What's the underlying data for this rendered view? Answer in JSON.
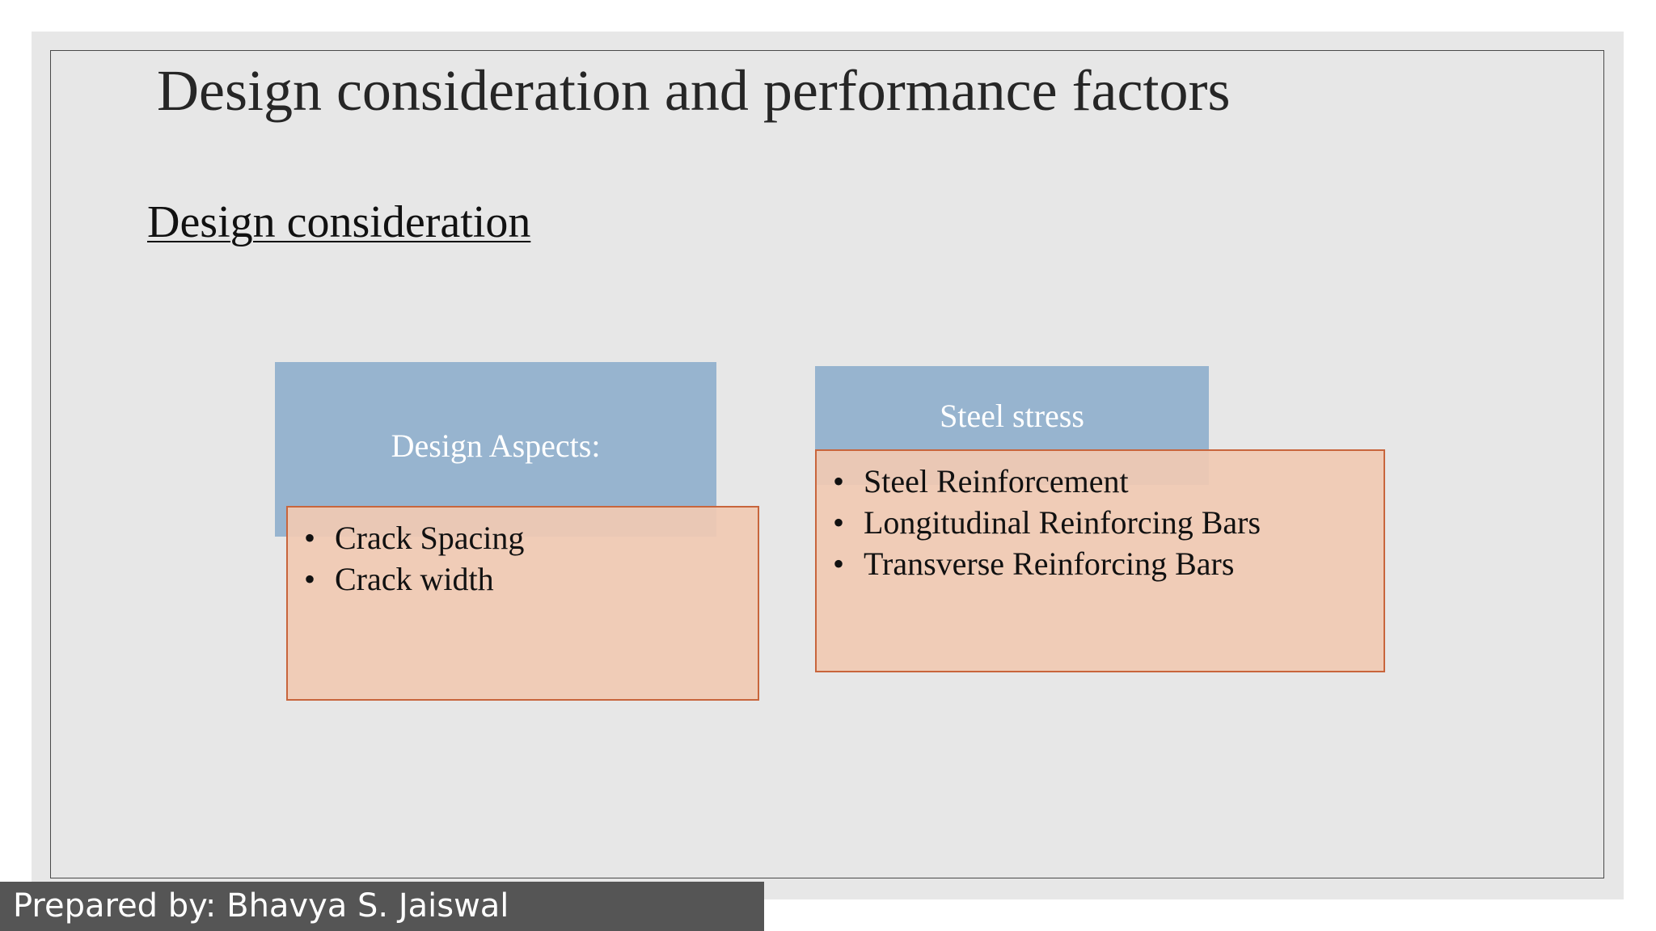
{
  "slide": {
    "title": "Design consideration and performance factors",
    "subtitle": "Design consideration",
    "left_block": {
      "header": "Design Aspects:",
      "items": [
        "Crack Spacing",
        "Crack width"
      ]
    },
    "right_block": {
      "header": "Steel stress",
      "items": [
        "Steel Reinforcement",
        "Longitudinal Reinforcing Bars",
        "Transverse Reinforcing Bars"
      ]
    }
  },
  "footer": {
    "text": "Prepared by: Bhavya S. Jaiswal"
  },
  "colors": {
    "slide_background": "#e7e7e7",
    "header_box": "#97b4cf",
    "content_box": "#f1cab3",
    "content_box_border": "#c8653c",
    "footer_background": "#555555"
  }
}
